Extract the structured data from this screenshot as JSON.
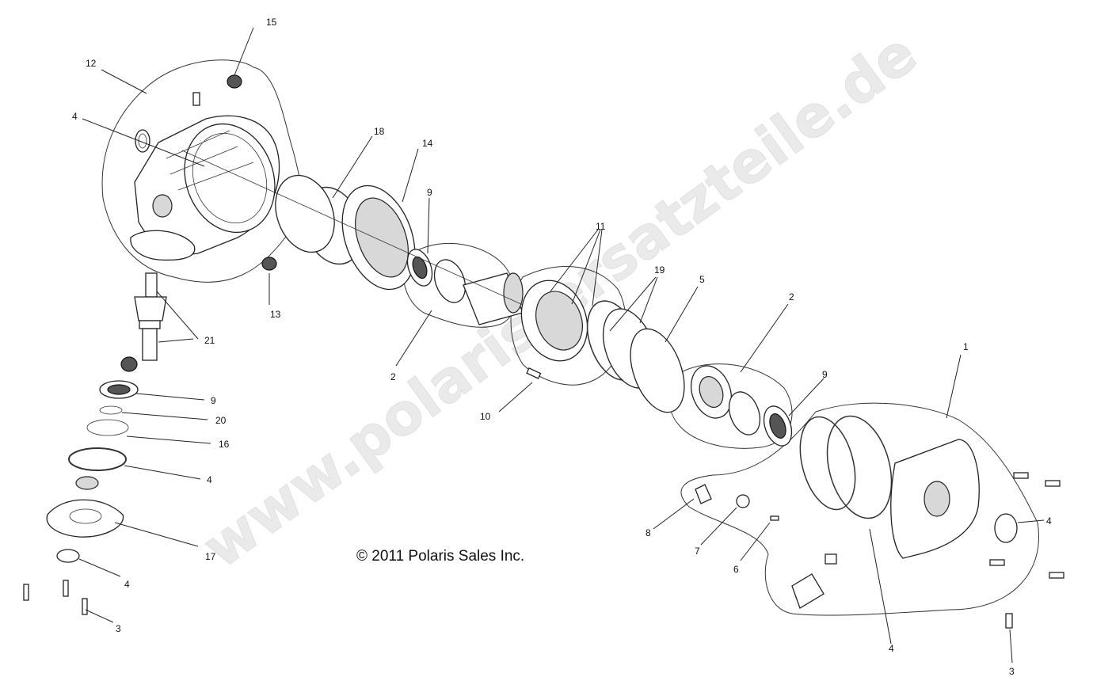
{
  "watermark": "www.polaris-ersatzteile.de",
  "copyright": "© 2011 Polaris Sales Inc.",
  "callouts": {
    "c15": "15",
    "c12": "12",
    "c4a": "4",
    "c18": "18",
    "c14": "14",
    "c9a": "9",
    "c13": "13",
    "c21": "21",
    "c9b": "9",
    "c20": "20",
    "c16": "16",
    "c4b": "4",
    "c17": "17",
    "c4c": "4",
    "c3a": "3",
    "c11": "11",
    "c19": "19",
    "c5": "5",
    "c2a": "2",
    "c10": "10",
    "c2b": "2",
    "c9c": "9",
    "c1": "1",
    "c4d": "4",
    "c8": "8",
    "c7": "7",
    "c6": "6",
    "c4e": "4",
    "c3b": "3"
  }
}
